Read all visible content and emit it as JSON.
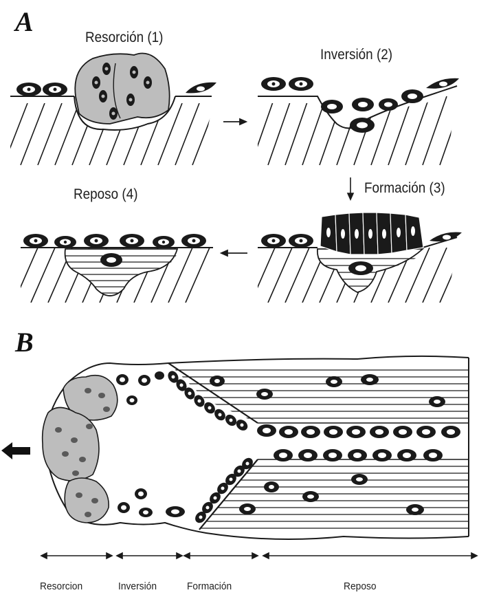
{
  "panels": {
    "a": {
      "letter": "A",
      "stages": [
        "Resorción (1)",
        "Inversión (2)",
        "Formación (3)",
        "Reposo (4)"
      ]
    },
    "b": {
      "letter": "B",
      "phases": [
        "Resorcion",
        "Inversión",
        "Formación",
        "Reposo"
      ]
    }
  },
  "colors": {
    "ink": "#1a1a1a",
    "osteoclast_fill": "#bdbdbd",
    "background": "#ffffff"
  },
  "icons": {
    "flow_arrow": "arrow",
    "direction_arrow": "left-arrow"
  }
}
